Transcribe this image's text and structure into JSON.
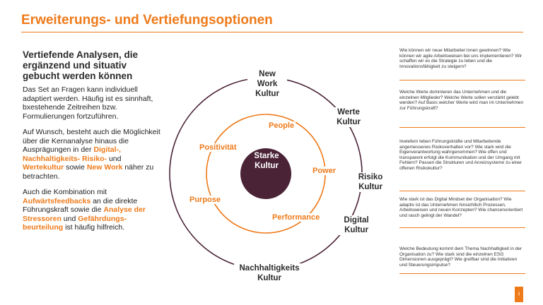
{
  "page": {
    "title": "Erweiterungs- und Vertiefungsoptionen",
    "page_number": "1"
  },
  "left": {
    "heading": "Vertiefende Analysen, die ergänzend und situativ gebucht werden können",
    "p1": "Das Set an Fragen kann individuell adaptiert werden. Häufig ist es sinnhaft, bxestehende Zeitreihen bzw. Formulierungen fortzuführen.",
    "p2": {
      "t1": "Auf Wunsch, besteht auch die Möglichkeit über die Kernanalyse hinaus die Ausprägungen in der ",
      "h1": "Digital-, Nachhaltigkeits- Risiko-",
      "t2": " und ",
      "h2": "Wertekultur",
      "t3": " sowie ",
      "h3": "New Work",
      "t4": " näher zu betrachten."
    },
    "p3": {
      "t1": "Auch die Kombination mit ",
      "h1": "Aufwärtsfeedbacks",
      "t2": " an die direkte Führungskraft sowie die ",
      "h2": "Analyse der Stressoren",
      "t3": " und ",
      "h3": "Gefährdungs-beurteilung",
      "t4": " ist häufig hilfreich."
    }
  },
  "diagram": {
    "center": {
      "line1": "Starke",
      "line2": "Kultur"
    },
    "inner": {
      "people": "People",
      "power": "Power",
      "performance": "Performance",
      "purpose": "Purpose",
      "positivitaet": "Positivität"
    },
    "outer": {
      "new_work": {
        "l1": "New",
        "l2": "Work",
        "l3": "Kultur"
      },
      "werte": {
        "l1": "Werte",
        "l2": "Kultur"
      },
      "risiko": {
        "l1": "Risiko",
        "l2": "Kultur"
      },
      "digital": {
        "l1": "Digital",
        "l2": "Kultur"
      },
      "nachhaltigkeit": {
        "l1": "Nachhaltigkeits",
        "l2": "Kultur"
      }
    },
    "colors": {
      "accent": "#ee7a1a",
      "center_fill": "#4a2337",
      "ring": "#4a2337"
    }
  },
  "questions": [
    "Wie können wir neue Mitarbeiter:innen gewinnen? Wie können wir agile Arbeitsweisen bei uns implementieren? Wir schaffen wir es die Strategie zu leben und die Innovationsfähigkeit zu steigern?",
    "Welche Werte dominieren das Unternehmen und die einzelnen Mitglieder? Welche Werte sollen verstärkt gelebt werden? Auf Basis welcher Werte wird man im Unternehmen zur Führungskraft?",
    "Inwiefern leben Führungskräfte und Mitarbeitende angemessenes Risikoverhalten vor? Wie stark wird die Eigenverantwortung wahrgenommen? Wie offen und transparent erfolgt die Kommunikation und der Umgang mit Fehlern? Passen die Strukturen und Anreizsysteme zu einer offenen Risikokultur?",
    "Wie stark ist das Digital Mindset der Organisation? Wie adaptiv ist das Unternehmen hinsichtlich Prozessen, Arbeitsweisen und neuen Konzepten? Wie chancenorientiert und rasch gelingt der Wandel?",
    "Welche Bedeutung kommt dem Thema Nachhaltigkeit in der Organisation zu? Wie stark sind die einzelnen ESG Dimensionen ausgeprägt? Wie greifbar sind die Initiativen und Steuerungsimpulse?"
  ]
}
